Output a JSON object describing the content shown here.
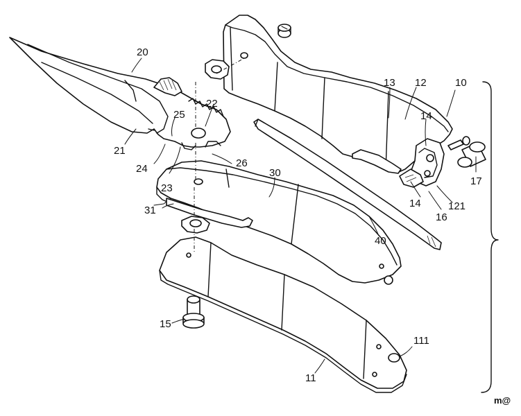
{
  "labels": {
    "l10": "10",
    "l11": "11",
    "l111": "111",
    "l12": "12",
    "l121": "121",
    "l13": "13",
    "l14a": "14",
    "l14b": "14",
    "l15": "15",
    "l16": "16",
    "l17": "17",
    "l20": "20",
    "l21": "21",
    "l22": "22",
    "l23": "23",
    "l24": "24",
    "l25": "25",
    "l26": "26",
    "l30": "30",
    "l31": "31",
    "l40": "40"
  },
  "corner_mark": "m@",
  "colors": {
    "line": "#111111",
    "background": "#ffffff"
  }
}
